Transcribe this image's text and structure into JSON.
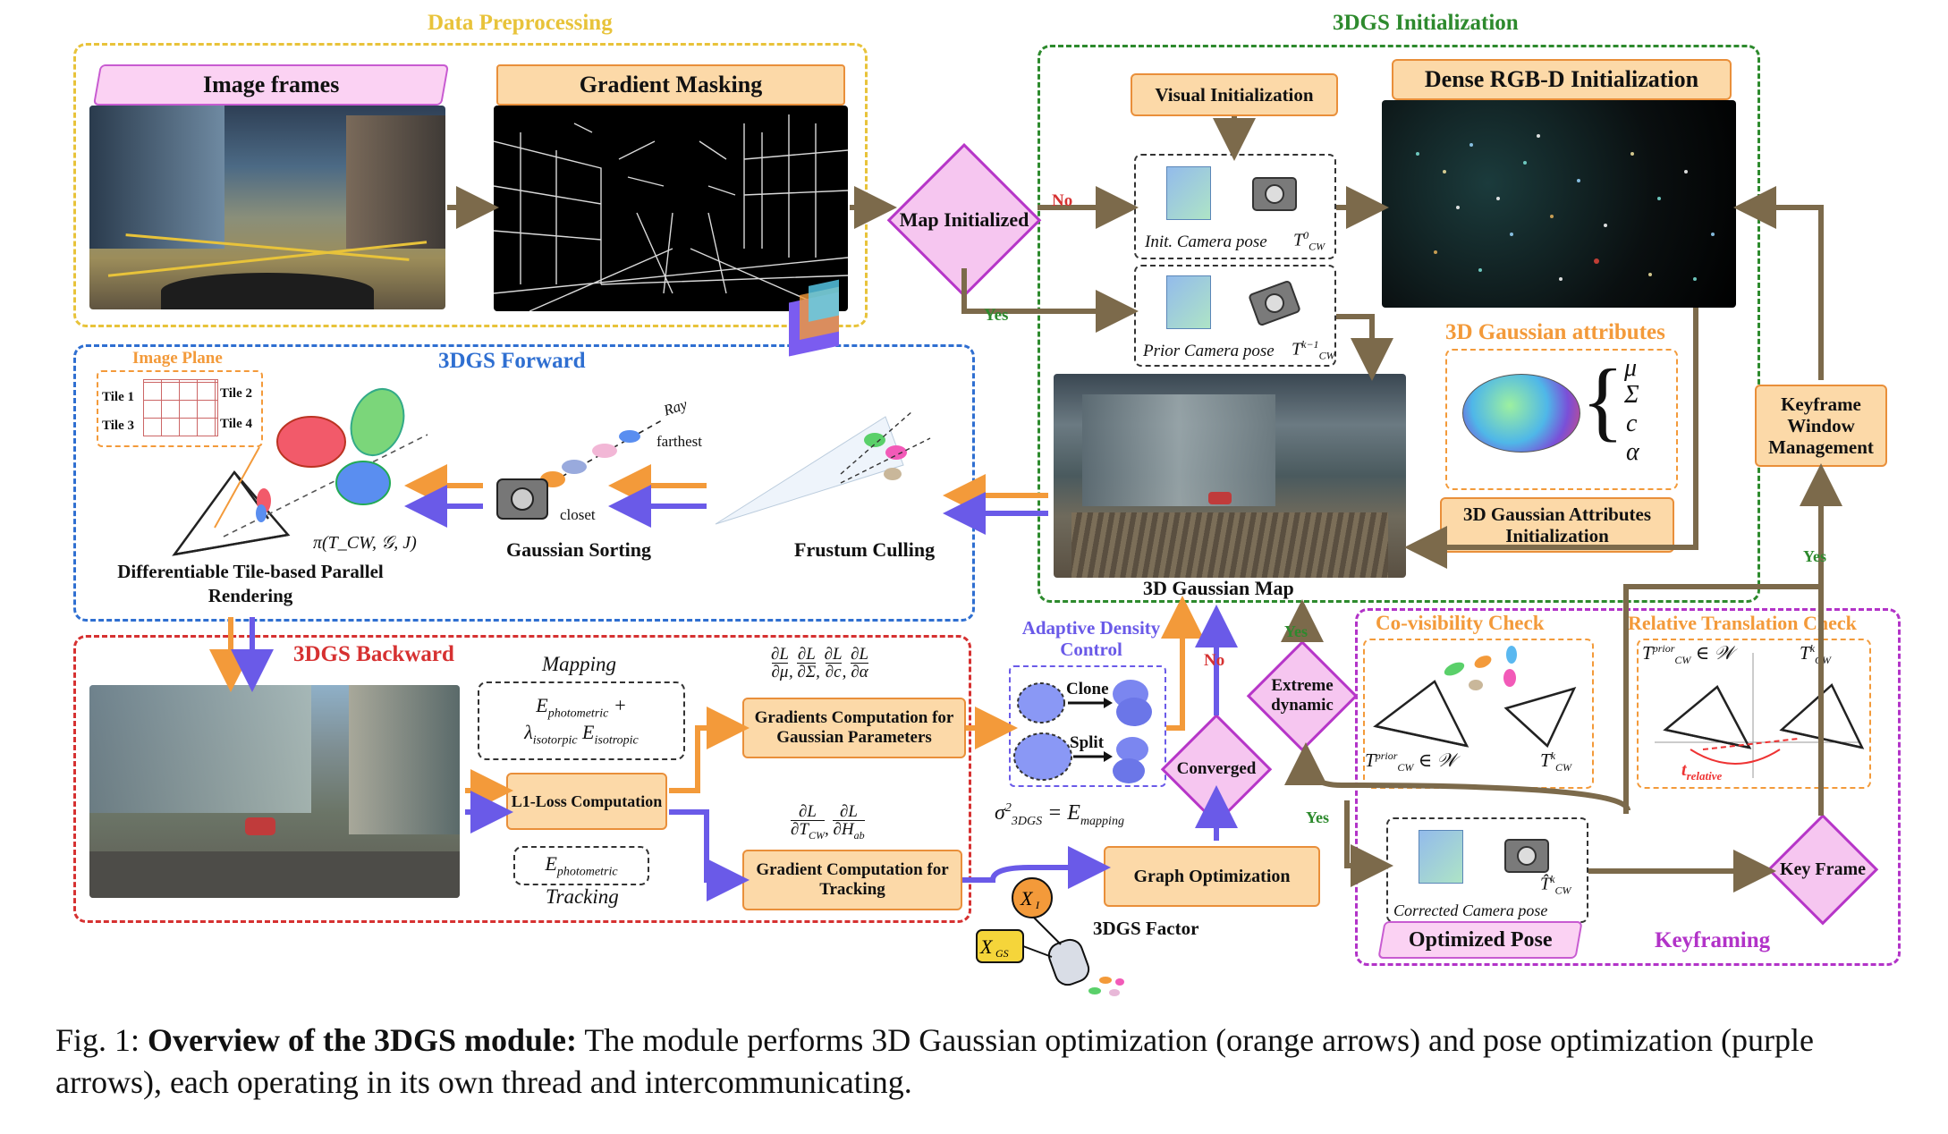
{
  "sections": {
    "preprocessing": "Data Preprocessing",
    "initialization": "3DGS Initialization",
    "forward": "3DGS Forward",
    "backward": "3DGS Backward",
    "keyframing": "Keyframing"
  },
  "nodes": {
    "image_frames": "Image frames",
    "gradient_masking": "Gradient Masking",
    "map_initialized": "Map Initialized",
    "visual_init": "Visual Initialization",
    "dense_rgbd": "Dense RGB-D Initialization",
    "init_cam_pose": "Init. Camera pose",
    "prior_cam_pose": "Prior Camera pose",
    "gauss_attr_title": "3D Gaussian attributes",
    "gauss_attr_init": "3D Gaussian Attributes Initialization",
    "gauss_map": "3D Gaussian Map",
    "keyframe_window": "Keyframe Window Management",
    "image_plane": "Image Plane",
    "tile1": "Tile 1",
    "tile2": "Tile 2",
    "tile3": "Tile 3",
    "tile4": "Tile 4",
    "diff_render": "Differentiable Tile-based Parallel Rendering",
    "gauss_sort": "Gaussian Sorting",
    "frustum_cull": "Frustum Culling",
    "ray": "Ray",
    "farthest": "farthest",
    "closet": "closet",
    "render_fn": "π(T_CW, 𝒢, J)",
    "mapping": "Mapping",
    "tracking": "Tracking",
    "l1_loss": "L1-Loss Computation",
    "grad_gauss": "Gradients Computation for Gaussian Parameters",
    "grad_track": "Gradient Computation for Tracking",
    "adaptive_density": "Adaptive Density Control",
    "clone": "Clone",
    "split": "Split",
    "converged": "Converged",
    "extreme_dynamic": "Extreme dynamic",
    "graph_opt": "Graph Optimization",
    "factor": "3DGS Factor",
    "covis_check": "Co-visibility Check",
    "rel_trans_check": "Relative Translation Check",
    "optimized_pose": "Optimized Pose",
    "corrected_pose": "Corrected Camera pose",
    "key_frame": "Key Frame",
    "t_relative": "t_relative"
  },
  "edge_labels": {
    "no": "No",
    "yes": "Yes"
  },
  "attrs": [
    "μ",
    "Σ",
    "c",
    "α"
  ],
  "colors": {
    "preprocessing": "#e8c33a",
    "initialization": "#2d8a2d",
    "forward": "#2f6fd1",
    "backward": "#d63131",
    "keyframing": "#b233c8",
    "orange_arrow": "#f39a3a",
    "purple_arrow": "#6a5ae8",
    "brown_arrow": "#7c6a4b"
  },
  "caption": {
    "prefix": "Fig. 1: ",
    "bold": "Overview of the 3DGS module:",
    "text": " The module performs 3D Gaussian optimization (orange arrows) and pose optimization (purple arrows), each operating in its own thread and intercommunicating."
  }
}
